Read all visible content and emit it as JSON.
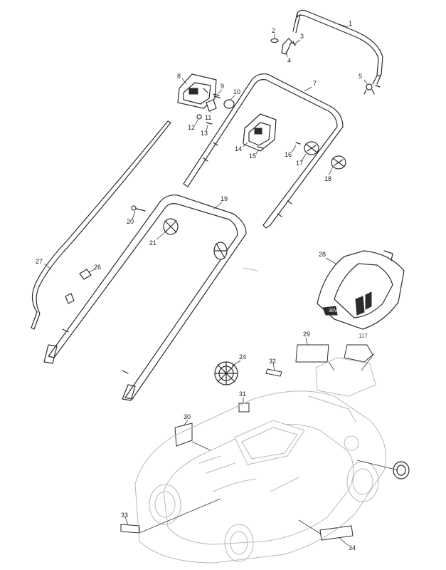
{
  "callouts": [
    {
      "id": "p1",
      "label": "1"
    },
    {
      "id": "p2",
      "label": "2"
    },
    {
      "id": "p3",
      "label": "3"
    },
    {
      "id": "p4",
      "label": "4"
    },
    {
      "id": "p5",
      "label": "5"
    },
    {
      "id": "p7",
      "label": "7"
    },
    {
      "id": "p8",
      "label": "8"
    },
    {
      "id": "p9",
      "label": "9"
    },
    {
      "id": "p10",
      "label": "10"
    },
    {
      "id": "p11",
      "label": "11"
    },
    {
      "id": "p12",
      "label": "12"
    },
    {
      "id": "p13",
      "label": "13"
    },
    {
      "id": "p14",
      "label": "14"
    },
    {
      "id": "p15",
      "label": "15"
    },
    {
      "id": "p16",
      "label": "16"
    },
    {
      "id": "p17",
      "label": "17"
    },
    {
      "id": "p18",
      "label": "18"
    },
    {
      "id": "p19",
      "label": "19"
    },
    {
      "id": "p20",
      "label": "20"
    },
    {
      "id": "p21",
      "label": "21"
    },
    {
      "id": "p24",
      "label": "24"
    },
    {
      "id": "p26",
      "label": "26"
    },
    {
      "id": "p27",
      "label": "27"
    },
    {
      "id": "p28",
      "label": "28"
    },
    {
      "id": "p29",
      "label": "29"
    },
    {
      "id": "p30",
      "label": "30"
    },
    {
      "id": "p31",
      "label": "31"
    },
    {
      "id": "p32",
      "label": "32"
    },
    {
      "id": "p33",
      "label": "33"
    },
    {
      "id": "p34",
      "label": "34"
    },
    {
      "id": "p117",
      "label": "117"
    }
  ],
  "cover_marking": "36V"
}
